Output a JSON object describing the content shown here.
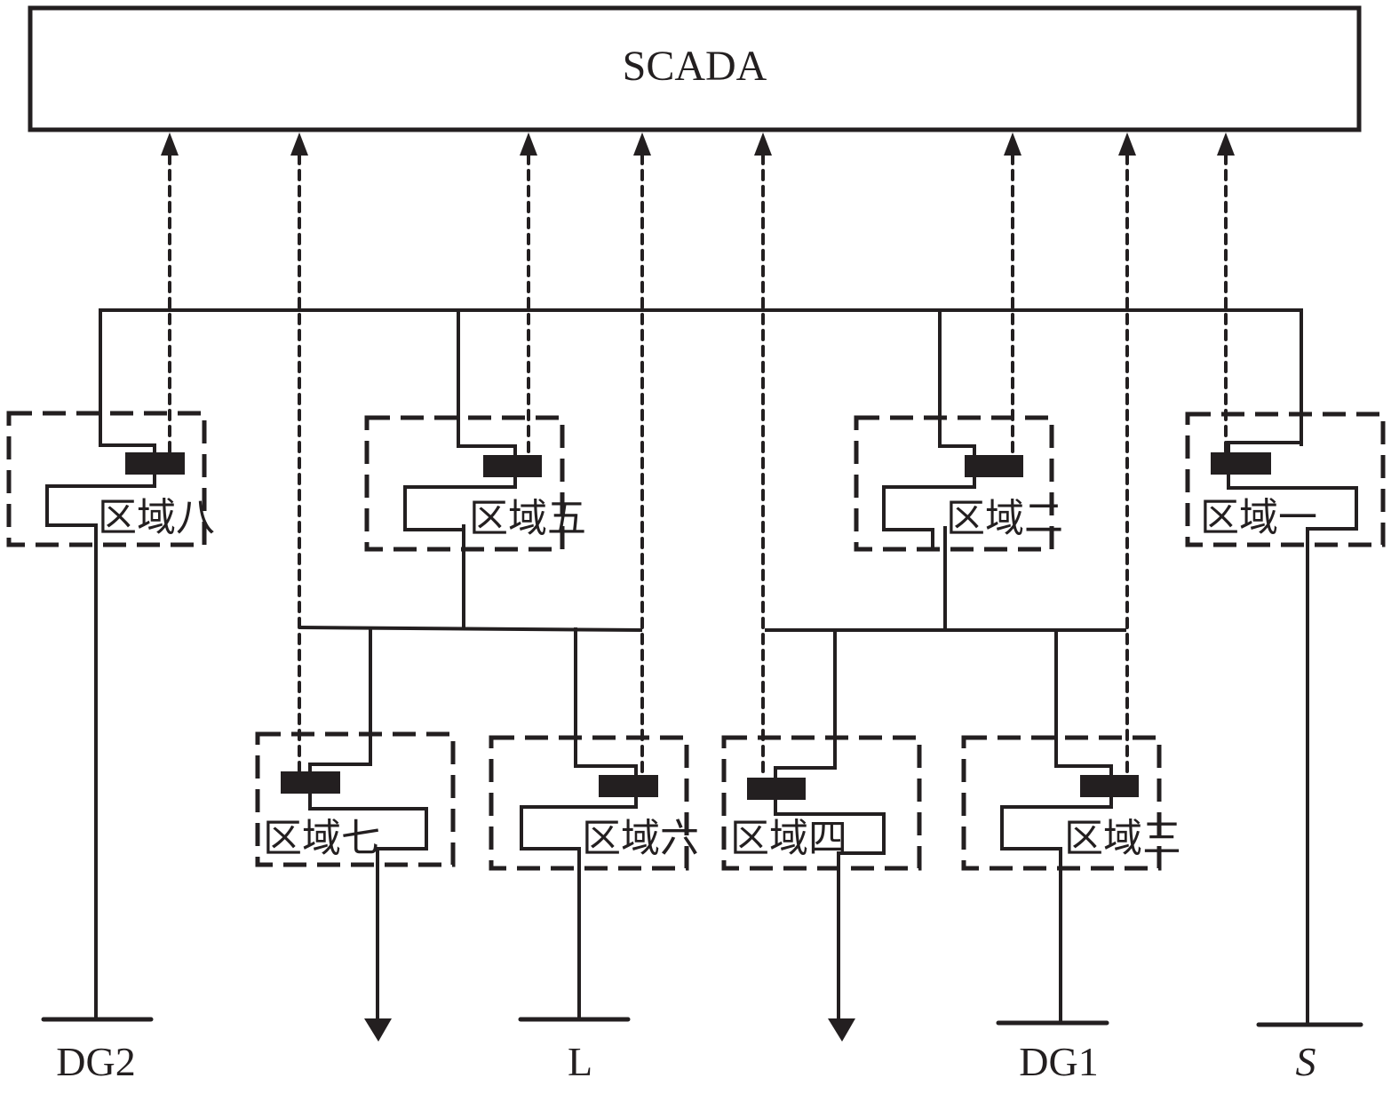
{
  "scada": {
    "label": "SCADA"
  },
  "zones": [
    {
      "id": "zone1",
      "label": "区域一"
    },
    {
      "id": "zone2",
      "label": "区域二"
    },
    {
      "id": "zone3",
      "label": "区域三"
    },
    {
      "id": "zone4",
      "label": "区域四"
    },
    {
      "id": "zone5",
      "label": "区域五"
    },
    {
      "id": "zone6",
      "label": "区域六"
    },
    {
      "id": "zone7",
      "label": "区域七"
    },
    {
      "id": "zone8",
      "label": "区域八"
    }
  ],
  "terminals": {
    "dg2": "DG2",
    "load": "L",
    "dg1": "DG1",
    "source": "S"
  },
  "colors": {
    "line": "#231f20",
    "background": "#ffffff"
  }
}
